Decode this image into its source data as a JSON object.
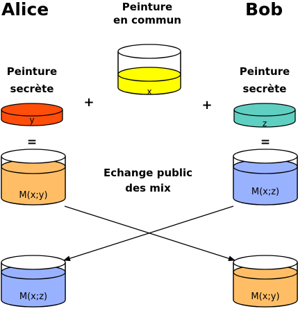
{
  "alice": {
    "name": "Alice",
    "secret_label_line1": "Peinture",
    "secret_label_line2": "secrète",
    "secret_paint": "y",
    "mix_own": "M(x;y)",
    "mix_received": "M(x;z)"
  },
  "bob": {
    "name": "Bob",
    "secret_label_line1": "Peinture",
    "secret_label_line2": "secrète",
    "secret_paint": "z",
    "mix_own": "M(x;z)",
    "mix_received": "M(x;y)"
  },
  "common": {
    "label_line1": "Peinture",
    "label_line2": "en commun",
    "paint": "x"
  },
  "exchange": {
    "line1": "Echange public",
    "line2": "des mix"
  },
  "operators": {
    "plus": "+",
    "equals": "="
  },
  "colors": {
    "yellow": "#ffff00",
    "red_orange": "#ff4d0a",
    "teal": "#5fcfc1",
    "orange_mix": "#ffbe66",
    "blue_mix": "#99b2ff",
    "stroke": "#000000",
    "text": "#000000"
  }
}
